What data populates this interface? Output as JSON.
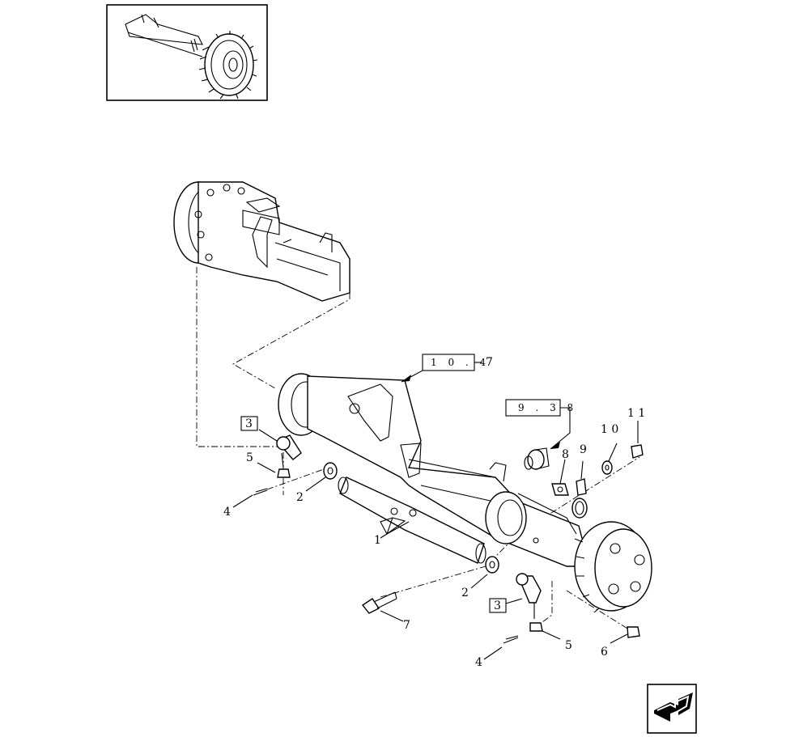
{
  "labels": {
    "part_1": "1",
    "part_2_upper": "2",
    "part_2_lower": "2",
    "part_3_upper": "3",
    "part_3_lower": "3",
    "part_4_upper": "4",
    "part_4_lower": "4",
    "part_5_upper": "5",
    "part_5_lower": "5",
    "part_6": "6",
    "part_7": "7",
    "part_8": "8",
    "part_9": "9",
    "part_10": "1 0",
    "part_11": "1 1"
  },
  "references": {
    "ref_top_box": "1 0 . 4",
    "ref_top_suffix": "7",
    "ref_mid_box": "9 . 3 8"
  },
  "icons": {
    "thumbnail": "tractor-wheel-icon",
    "nav": "next-page-arrow-icon"
  }
}
